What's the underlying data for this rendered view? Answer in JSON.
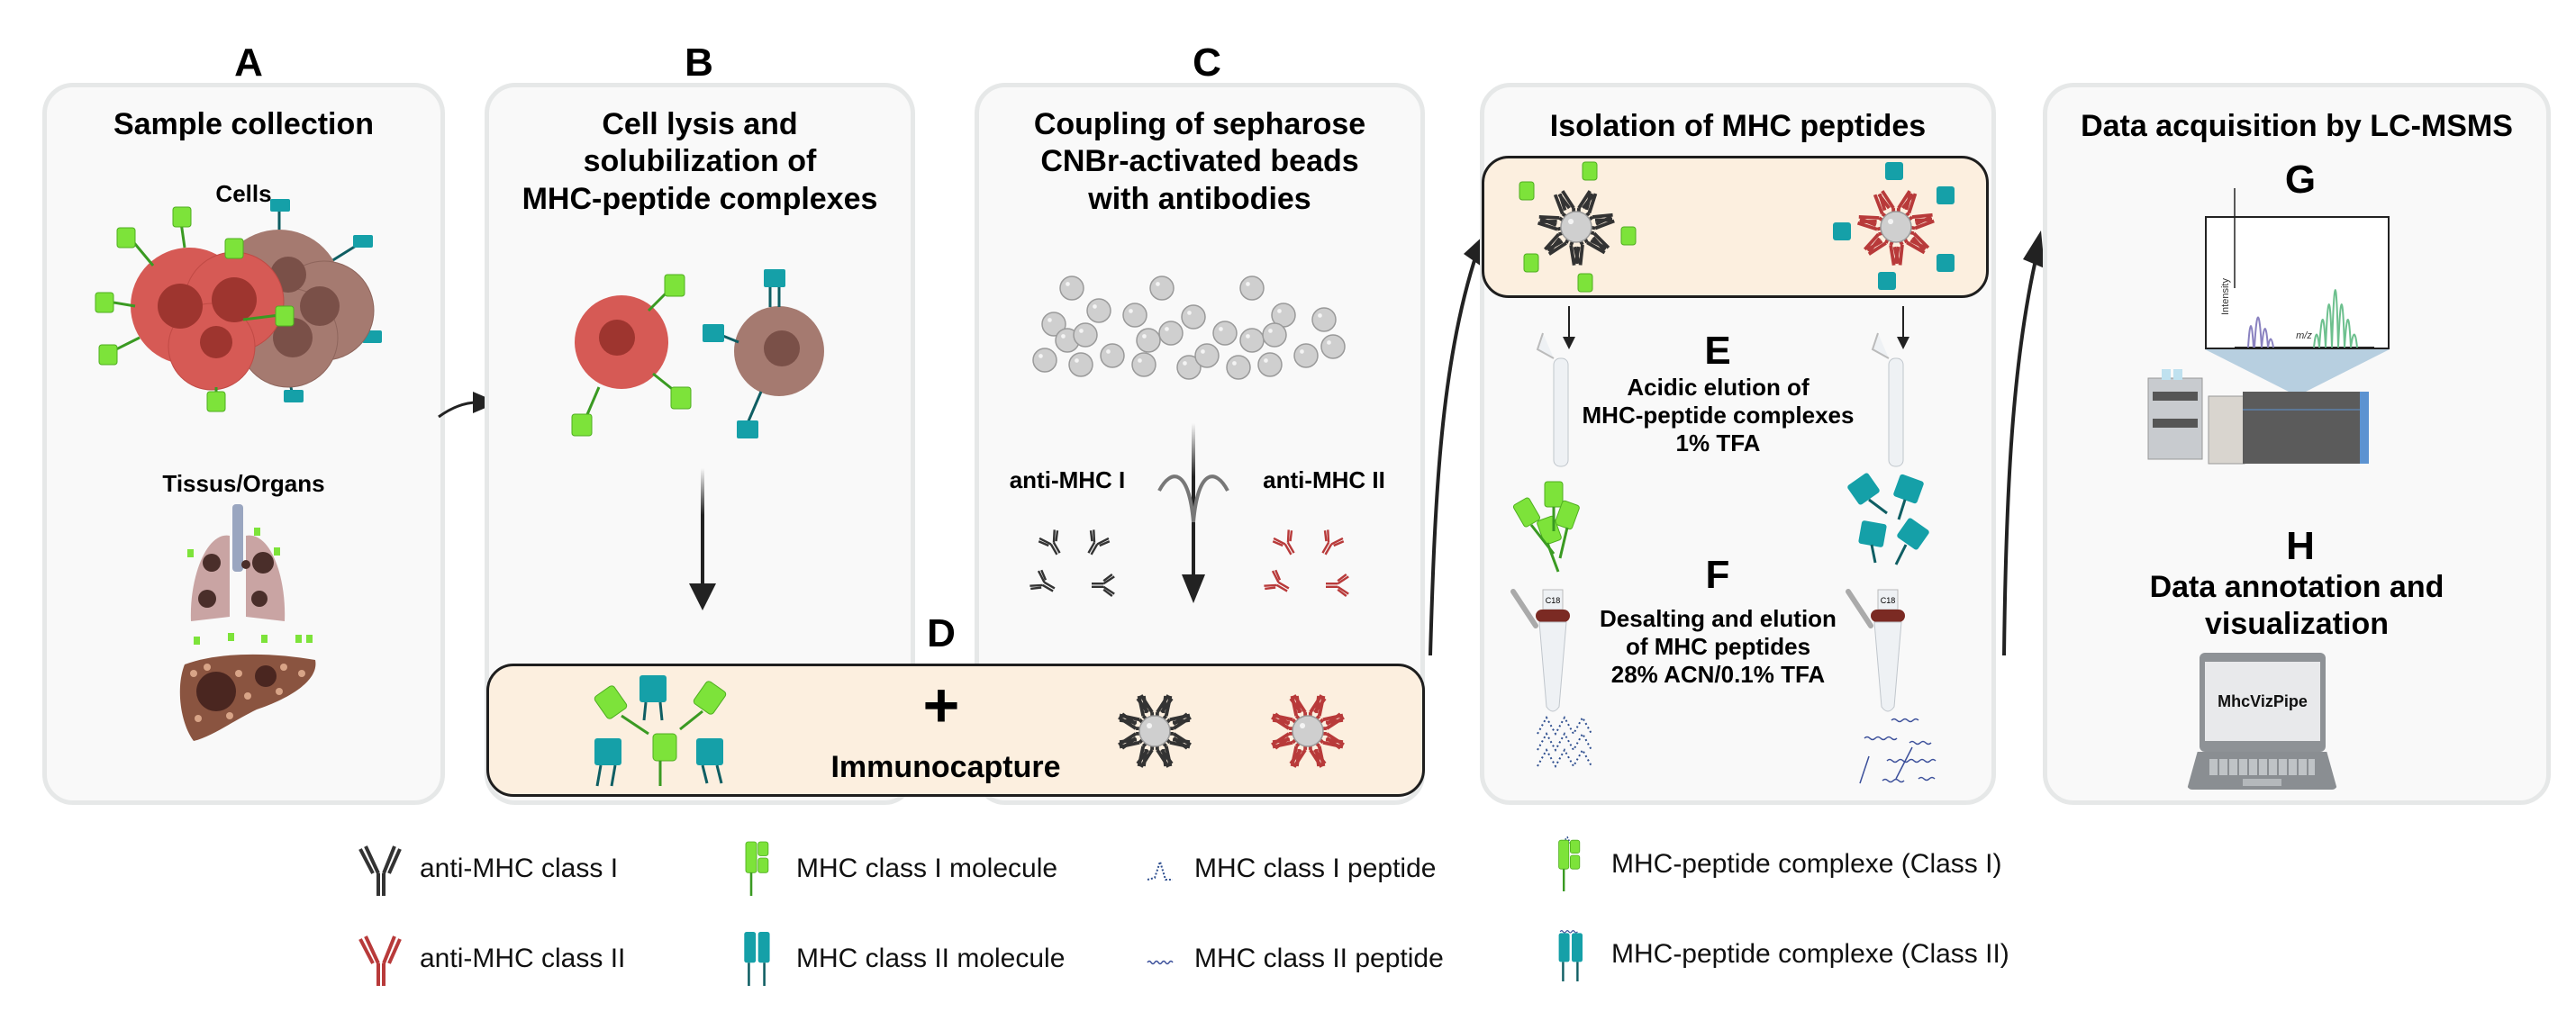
{
  "figure": {
    "panels": {
      "A": {
        "letter": "A",
        "title": "Sample collection",
        "sections": [
          "Cells",
          "Tissus/Organs"
        ]
      },
      "B": {
        "letter": "B",
        "title": "Cell lysis and\nsolubilization of\nMHC-peptide complexes"
      },
      "C": {
        "letter": "C",
        "title": "Coupling of sepharose\nCNBr-activated beads\nwith antibodies",
        "left_label": "anti-MHC I",
        "right_label": "anti-MHC II"
      },
      "D": {
        "letter": "D",
        "plus": "+",
        "label": "Immunocapture"
      },
      "EF": {
        "title": "Isolation of MHC peptides",
        "E_letter": "E",
        "E_text": "Acidic elution of\nMHC-peptide complexes\n1% TFA",
        "F_letter": "F",
        "F_text": "Desalting and elution\nof MHC peptides\n28% ACN/0.1% TFA",
        "tube_label": "C18"
      },
      "GH": {
        "title": "Data acquisition by LC-MSMS",
        "G_letter": "G",
        "spectrum_ylabel": "Intensity",
        "spectrum_xlabel": "m/z",
        "H_letter": "H",
        "H_text": "Data annotation and\nvisualization",
        "laptop_text": "MhcVizPipe"
      }
    },
    "legend": [
      {
        "icon": "antibody-class-i-icon",
        "label": "anti-MHC class I",
        "color": "#333333"
      },
      {
        "icon": "antibody-class-ii-icon",
        "label": "anti-MHC class II",
        "color": "#b83a3a"
      },
      {
        "icon": "mhc-class-i-molecule-icon",
        "label": "MHC class I molecule",
        "color": "#7de33a"
      },
      {
        "icon": "mhc-class-ii-molecule-icon",
        "label": "MHC class II molecule",
        "color": "#15a0a8"
      },
      {
        "icon": "mhc-class-i-peptide-icon",
        "label": "MHC class I peptide",
        "color": "#2f4f8f"
      },
      {
        "icon": "mhc-class-ii-peptide-icon",
        "label": "MHC class II peptide",
        "color": "#2f4f8f"
      },
      {
        "icon": "mhc-peptide-complex-class-i-icon",
        "label": "MHC-peptide complexe (Class I)",
        "color": "#7de33a"
      },
      {
        "icon": "mhc-peptide-complex-class-ii-icon",
        "label": "MHC-peptide complexe (Class II)",
        "color": "#15a0a8"
      }
    ],
    "colors": {
      "panel_bg": "#f9f9f9",
      "panel_border": "#e6e8e8",
      "capture_bg": "#fcefdf",
      "class_i_green": "#7de33a",
      "class_ii_teal": "#15a0a8",
      "antibody_i": "#333333",
      "antibody_ii": "#b83a3a",
      "tumor_cell": "#d65a55",
      "normal_cell": "#a57a70",
      "bead": "#cfcfcf",
      "spectrum_purple": "#8a82c0",
      "spectrum_green": "#6dc08e"
    }
  }
}
